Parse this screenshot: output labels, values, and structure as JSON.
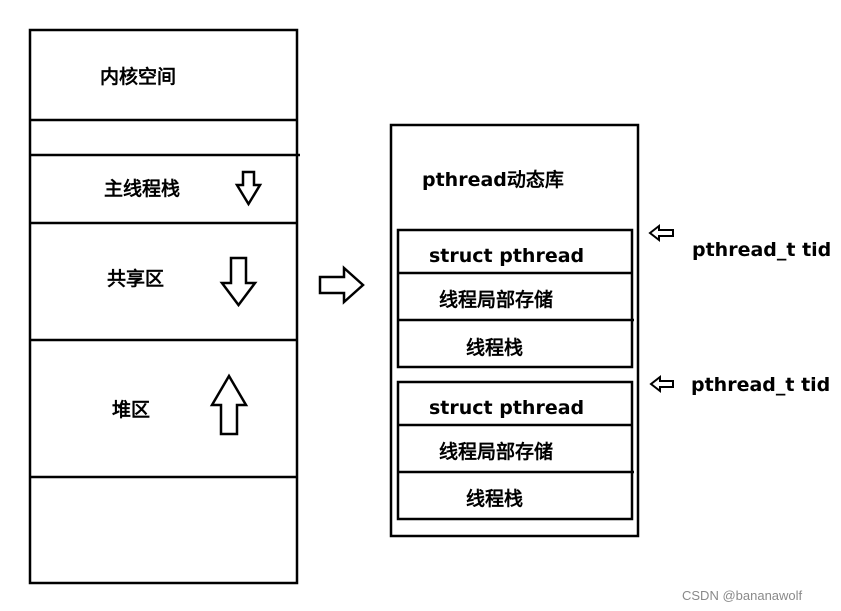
{
  "memory_layout": {
    "kernel_space": "内核空间",
    "main_thread_stack": "主线程栈",
    "shared_region": "共享区",
    "heap": "堆区"
  },
  "pthread_lib": {
    "title": "pthread动态库",
    "blocks": [
      {
        "struct_label": "struct pthread",
        "tls_label": "线程局部存储",
        "stack_label": "线程栈",
        "pointer_label": "pthread_t tid"
      },
      {
        "struct_label": "struct pthread",
        "tls_label": "线程局部存储",
        "stack_label": "线程栈",
        "pointer_label": "pthread_t tid"
      }
    ]
  },
  "watermark": "CSDN @bananawolf"
}
